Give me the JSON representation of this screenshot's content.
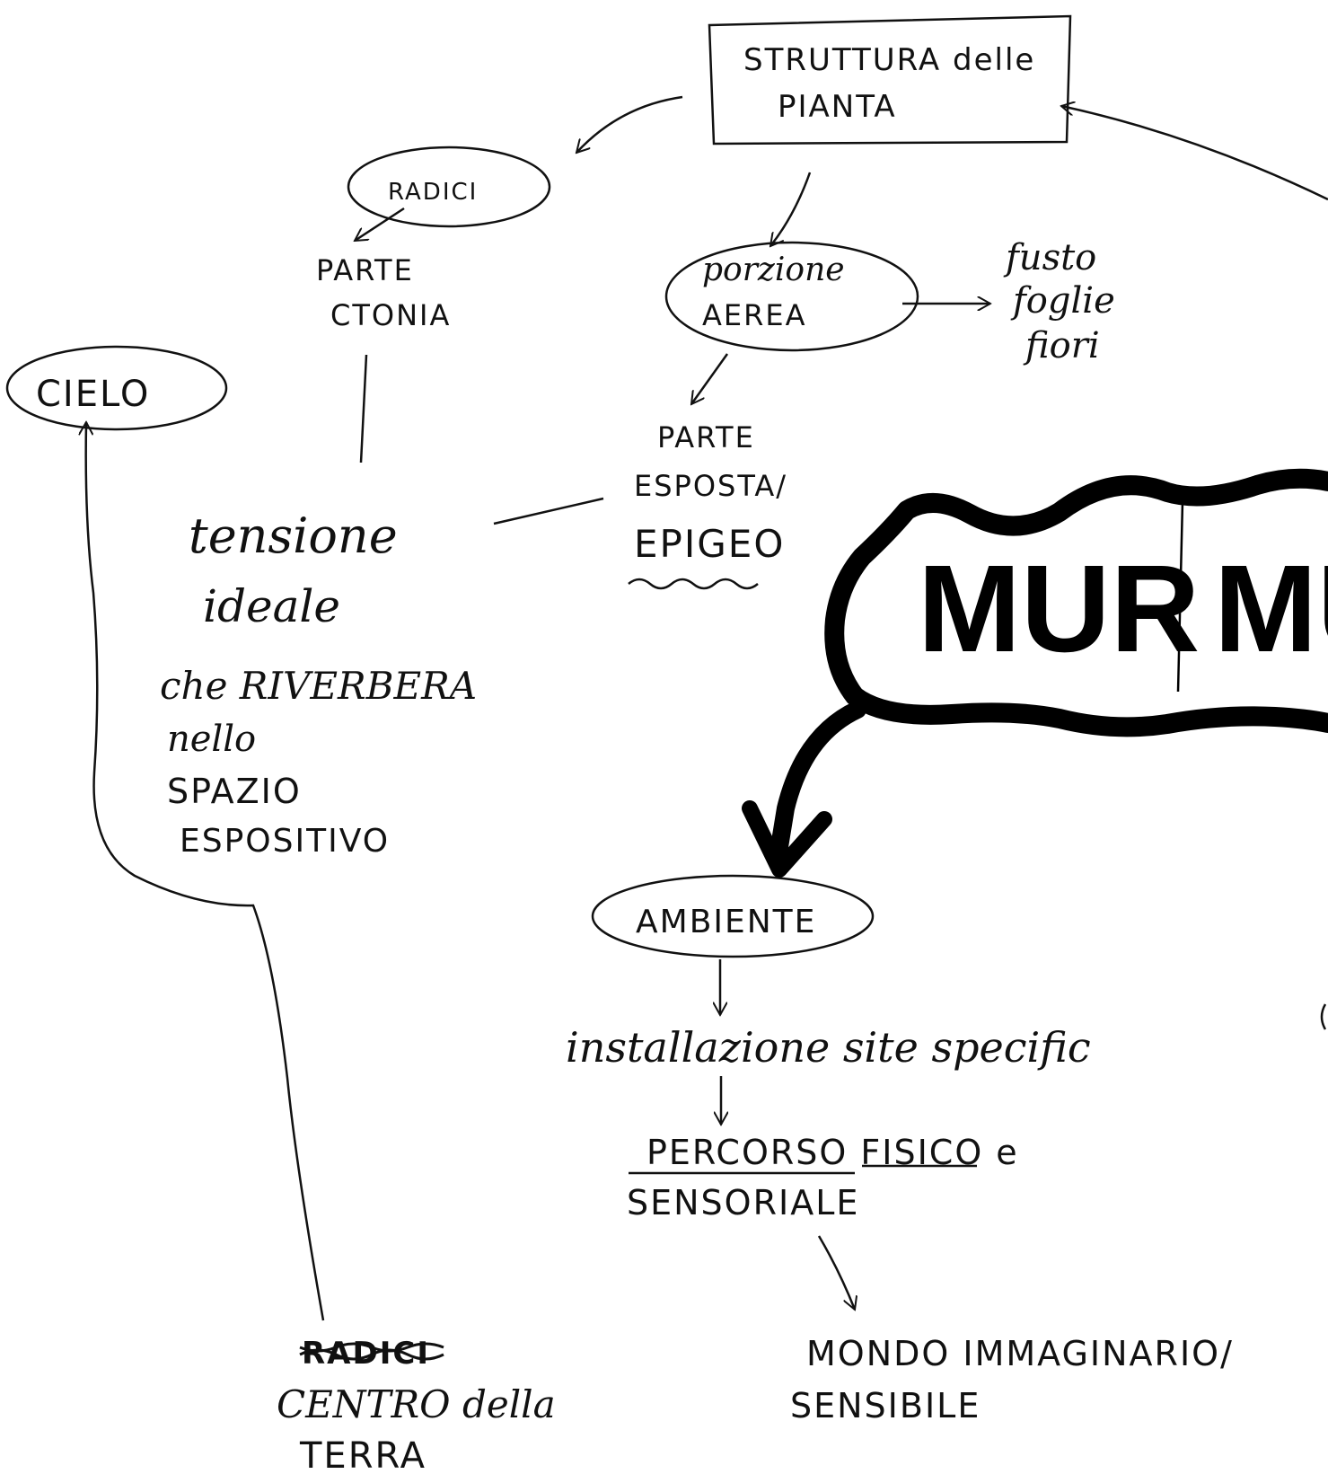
{
  "nodes": {
    "struttura": {
      "line1": "STRUTTURA delle",
      "line2": "PIANTA"
    },
    "radici": "RADICI",
    "parte_ctonia": {
      "line1": "PARTE",
      "line2": "CTONIA"
    },
    "porzione_aerea": {
      "line1": "porzione",
      "line2": "AEREA"
    },
    "fusto": {
      "line1": "fusto",
      "line2": "foglie",
      "line3": "fiori"
    },
    "parte_esposta": {
      "line1": "PARTE",
      "line2": "ESPOSTA/",
      "line3": "EPIGEO"
    },
    "cielo": "CIELO",
    "tensione": {
      "line1": "tensione",
      "line2": "ideale",
      "line3": "che RIVERBERA",
      "line4": "nello",
      "line5": "SPAZIO",
      "line6": "ESPOSITIVO"
    },
    "murmur": {
      "left": "MUR",
      "right": "MU"
    },
    "ambiente": "AMBIENTE",
    "installazione": "installazione site specific",
    "percorso": {
      "line1": "PERCORSO FISICO e",
      "line2": "SENSORIALE"
    },
    "mondo": {
      "line1": "MONDO IMMAGINARIO/",
      "line2": "SENSIBILE"
    },
    "centro": {
      "scribble": "RADICI",
      "line1": "CENTRO della",
      "line2": "TERRA"
    }
  },
  "colors": {
    "ink": "#111111",
    "paper": "#ffffff"
  }
}
